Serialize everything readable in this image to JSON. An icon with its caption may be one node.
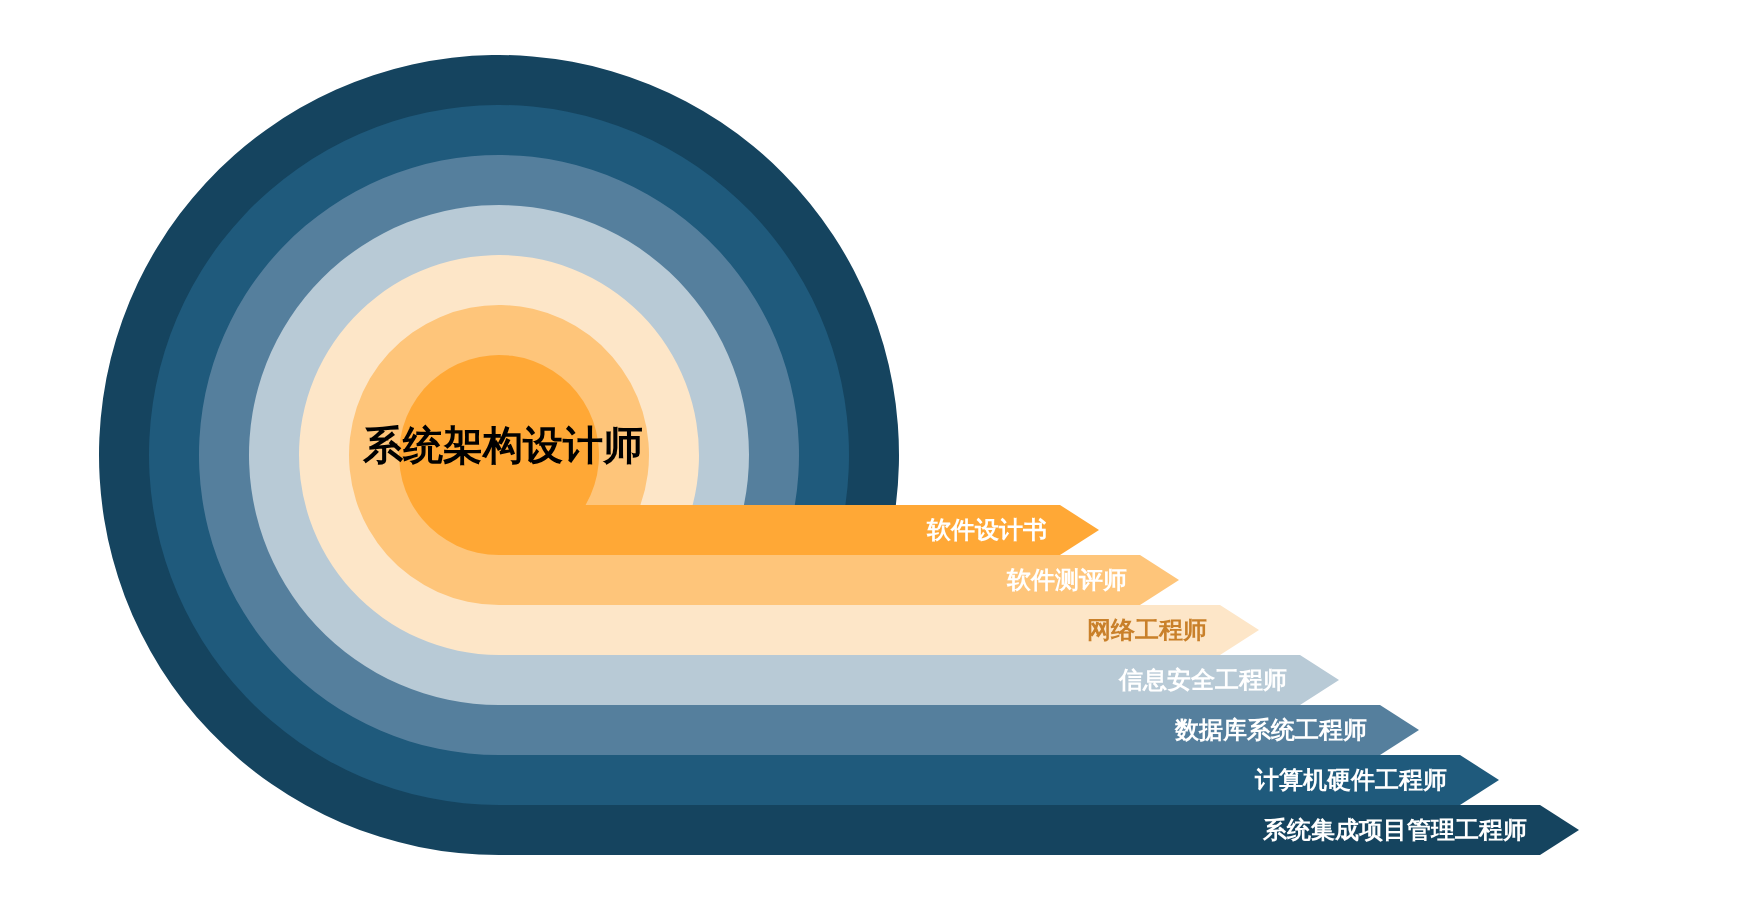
{
  "diagram": {
    "nodes": [
      {
        "text": [
          "软件设计书"
        ]
      },
      {
        "text": [
          "软件测评师"
        ]
      },
      {
        "text": [
          "网络工程师"
        ]
      },
      {
        "text": [
          "信息安全工程师"
        ]
      },
      {
        "text": [
          "数据库系统工程师"
        ]
      },
      {
        "text": [
          "计算机硬件工程师"
        ]
      },
      {
        "text": [
          "系统集成项目管理工程师"
        ]
      }
    ],
    "labels": [
      "系统架构设计师"
    ]
  }
}
